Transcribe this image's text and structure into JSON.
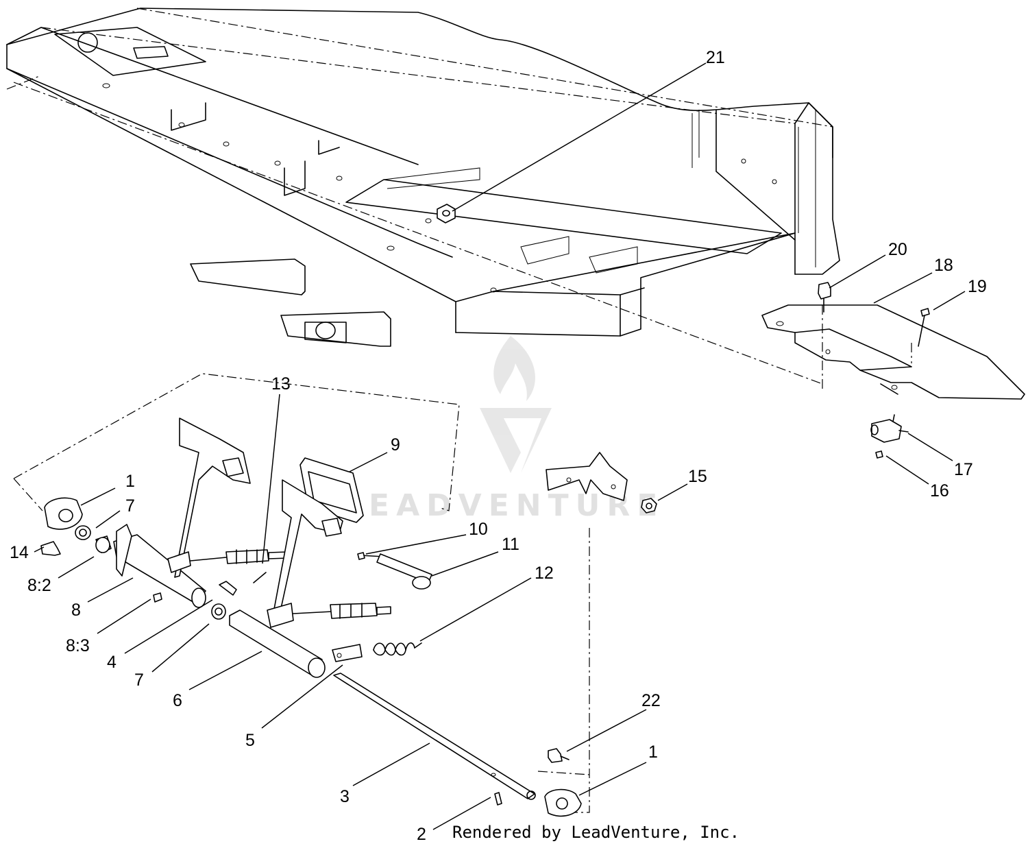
{
  "callouts": [
    {
      "id": "c21",
      "label": "21"
    },
    {
      "id": "c20",
      "label": "20"
    },
    {
      "id": "c18",
      "label": "18"
    },
    {
      "id": "c19",
      "label": "19"
    },
    {
      "id": "c17",
      "label": "17"
    },
    {
      "id": "c16",
      "label": "16"
    },
    {
      "id": "c15",
      "label": "15"
    },
    {
      "id": "c13",
      "label": "13"
    },
    {
      "id": "c9",
      "label": "9"
    },
    {
      "id": "c1a",
      "label": "1"
    },
    {
      "id": "c7a",
      "label": "7"
    },
    {
      "id": "c14",
      "label": "14"
    },
    {
      "id": "c82",
      "label": "8:2"
    },
    {
      "id": "c8",
      "label": "8"
    },
    {
      "id": "c83",
      "label": "8:3"
    },
    {
      "id": "c4",
      "label": "4"
    },
    {
      "id": "c7b",
      "label": "7"
    },
    {
      "id": "c6",
      "label": "6"
    },
    {
      "id": "c5",
      "label": "5"
    },
    {
      "id": "c10",
      "label": "10"
    },
    {
      "id": "c11",
      "label": "11"
    },
    {
      "id": "c12",
      "label": "12"
    },
    {
      "id": "c22",
      "label": "22"
    },
    {
      "id": "c1b",
      "label": "1"
    },
    {
      "id": "c3",
      "label": "3"
    },
    {
      "id": "c2",
      "label": "2"
    }
  ],
  "watermark": "LEADVENTURE",
  "footer": "Rendered by LeadVenture, Inc."
}
